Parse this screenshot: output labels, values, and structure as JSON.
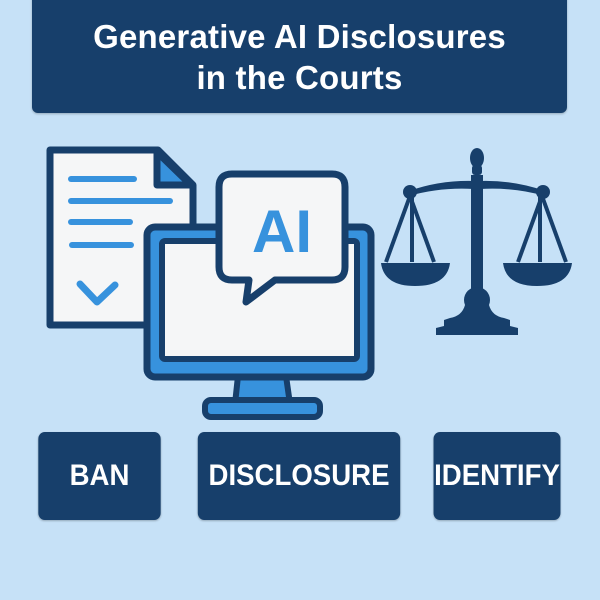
{
  "header": {
    "title_line1": "Generative AI Disclosures",
    "title_line2": "in the Courts"
  },
  "illustration": {
    "document_icon": "document-check-icon",
    "monitor_icon": "computer-monitor-icon",
    "bubble_text": "AI",
    "scales_icon": "scales-of-justice-icon"
  },
  "buttons": [
    {
      "label": "BAN"
    },
    {
      "label": "DISCLOSURE"
    },
    {
      "label": "IDENTIFY"
    }
  ],
  "colors": {
    "background": "#c6e1f7",
    "navy": "#173f6b",
    "accent_blue": "#3792dd",
    "paper": "#f5f6f7"
  }
}
